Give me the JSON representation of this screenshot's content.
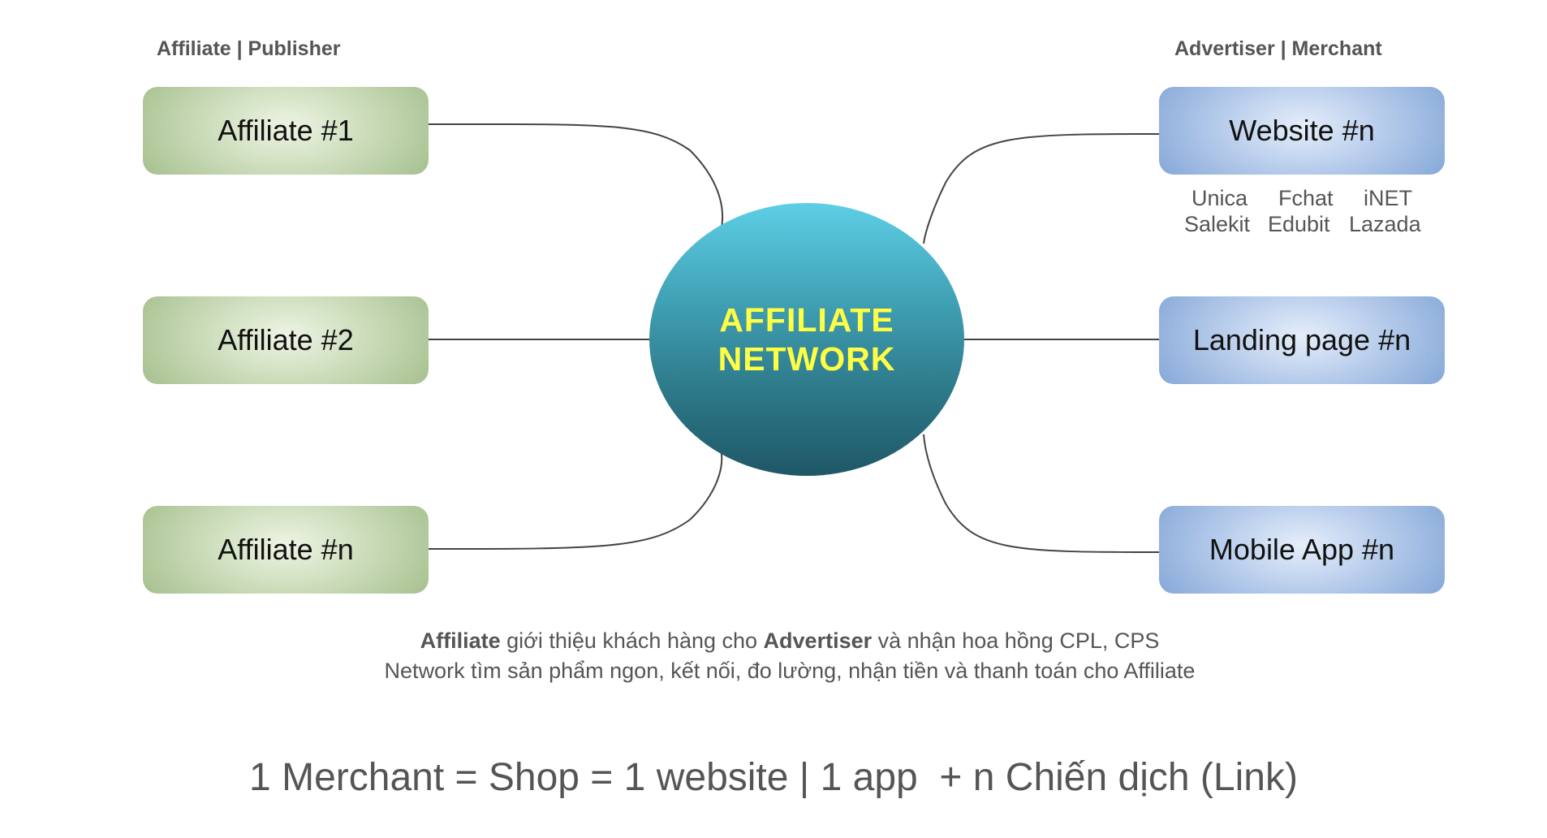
{
  "headers": {
    "left": "Affiliate | Publisher",
    "right": "Advertiser | Merchant"
  },
  "center": {
    "line1": "AFFILIATE",
    "line2": "NETWORK"
  },
  "affiliates": [
    "Affiliate #1",
    "Affiliate #2",
    "Affiliate #n"
  ],
  "merchants": [
    "Website #n",
    "Landing page #n",
    "Mobile App #n"
  ],
  "website_brands": {
    "row1": [
      "Unica",
      "Fchat",
      "iNET"
    ],
    "row2": [
      "Salekit",
      "Edubit",
      "Lazada"
    ]
  },
  "description": {
    "line1": {
      "affiliate": "Affiliate",
      "t1": " giới thiệu khách hàng cho ",
      "advertiser": "Advertiser",
      "t2": " và nhận hoa hồng CPL, CPS"
    },
    "line2": "Network tìm sản phẩm ngon, kết nối, đo lường, nhận tiền và thanh toán cho Affiliate"
  },
  "formula": "1 Merchant = Shop = 1 website | 1 app  + n Chiến dịch (Link)",
  "colors": {
    "connector": "#444444",
    "center_text": "#ffff44",
    "affiliate_fill": "#a2bd8a",
    "merchant_fill": "#80a4d6",
    "hub_top": "#5dcfe6",
    "hub_bottom": "#1f5766"
  }
}
